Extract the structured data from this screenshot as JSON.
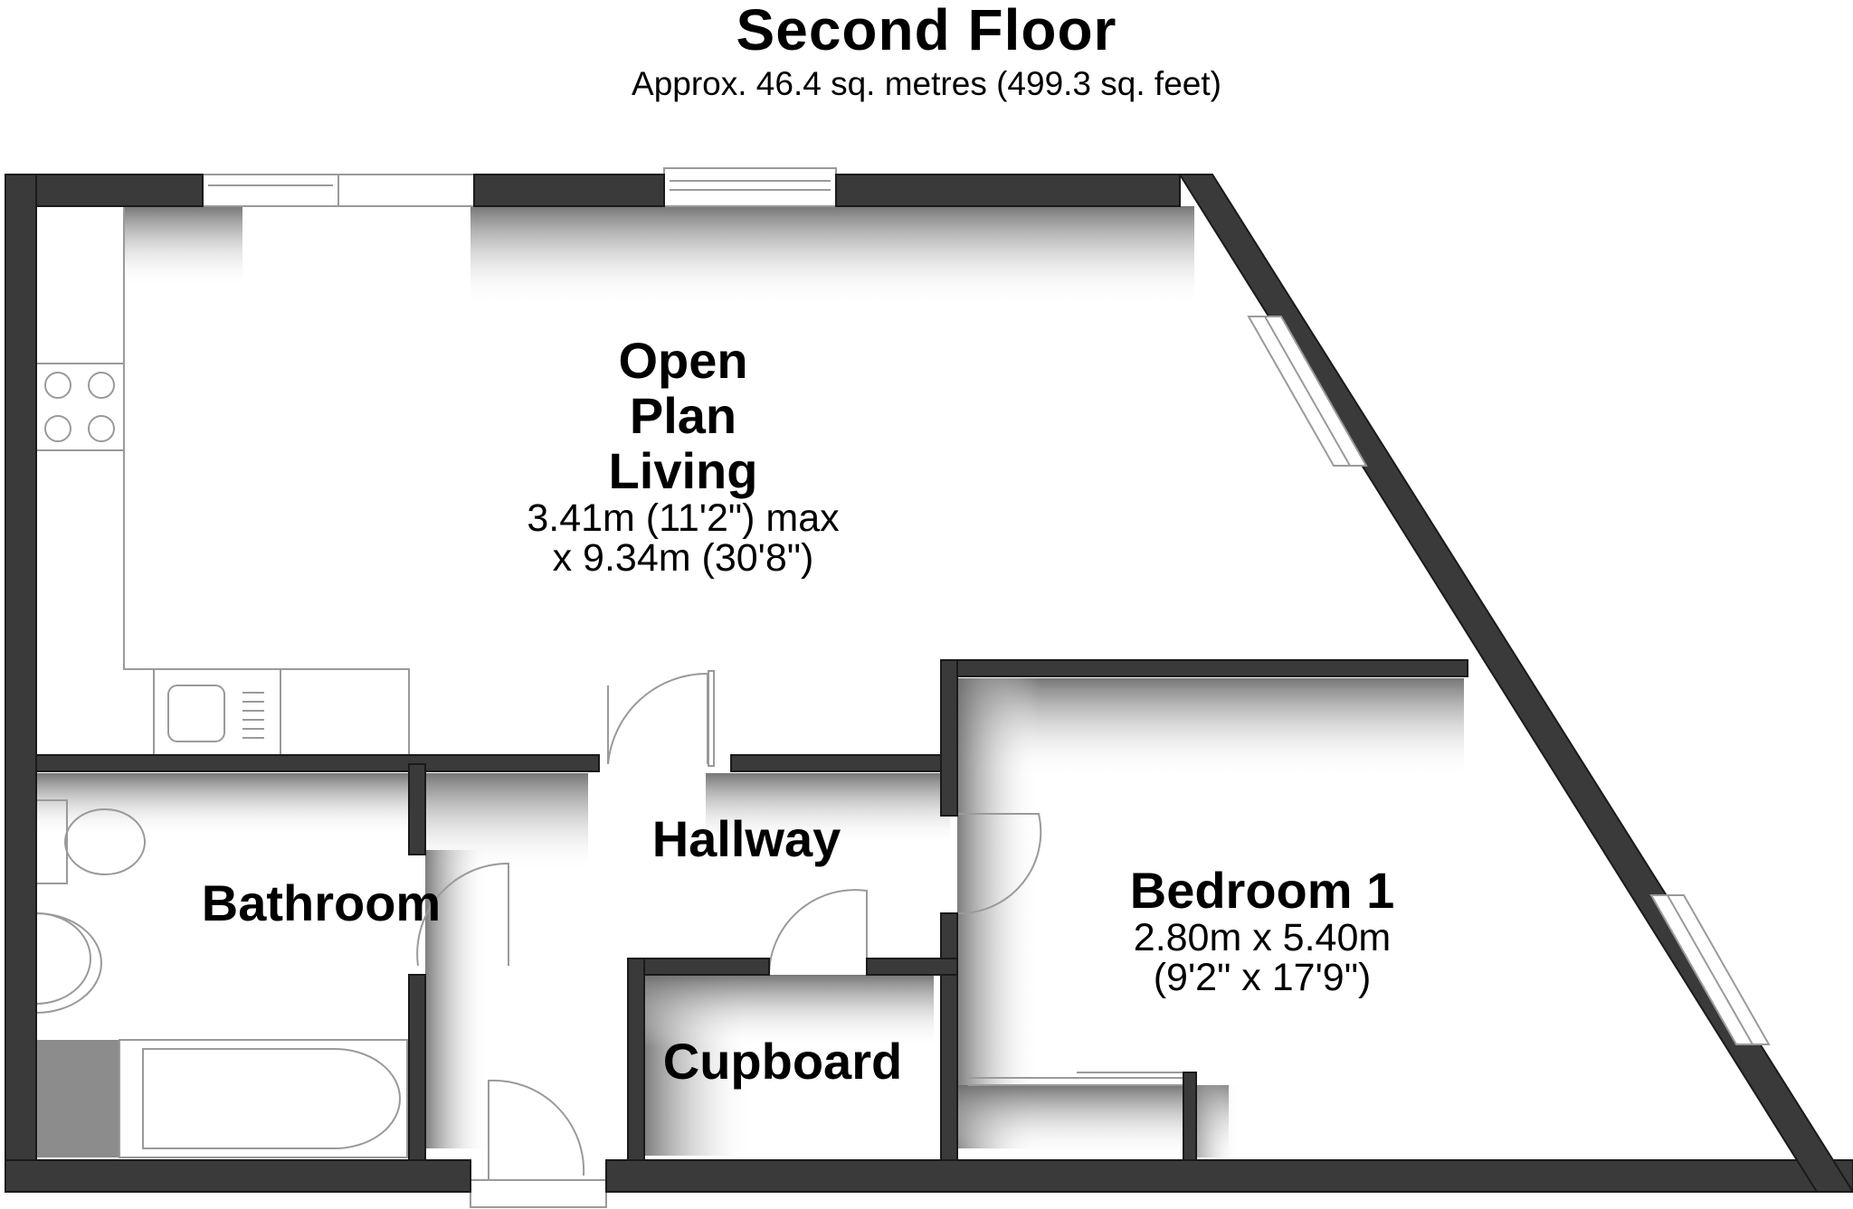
{
  "header": {
    "title": "Second Floor",
    "subtitle": "Approx. 46.4 sq. metres (499.3 sq. feet)"
  },
  "rooms": {
    "living": {
      "name_lines": [
        "Open",
        "Plan",
        "Living"
      ],
      "dim_lines": [
        "3.41m (11'2\") max",
        "x 9.34m (30'8\")"
      ]
    },
    "hallway": {
      "name_lines": [
        "Hallway"
      ],
      "dim_lines": []
    },
    "bathroom": {
      "name_lines": [
        "Bathroom"
      ],
      "dim_lines": []
    },
    "cupboard": {
      "name_lines": [
        "Cupboard"
      ],
      "dim_lines": []
    },
    "bedroom": {
      "name_lines": [
        "Bedroom 1"
      ],
      "dim_lines": [
        "2.80m x 5.40m",
        "(9'2\" x 17'9\")"
      ]
    }
  },
  "colors": {
    "wall": "#3a3a3a",
    "wall_edge": "#1a1a1a",
    "fixture_line": "#9a9a9a",
    "shadow": "#7d7d7d",
    "counter_fill": "#8c8c8c"
  }
}
